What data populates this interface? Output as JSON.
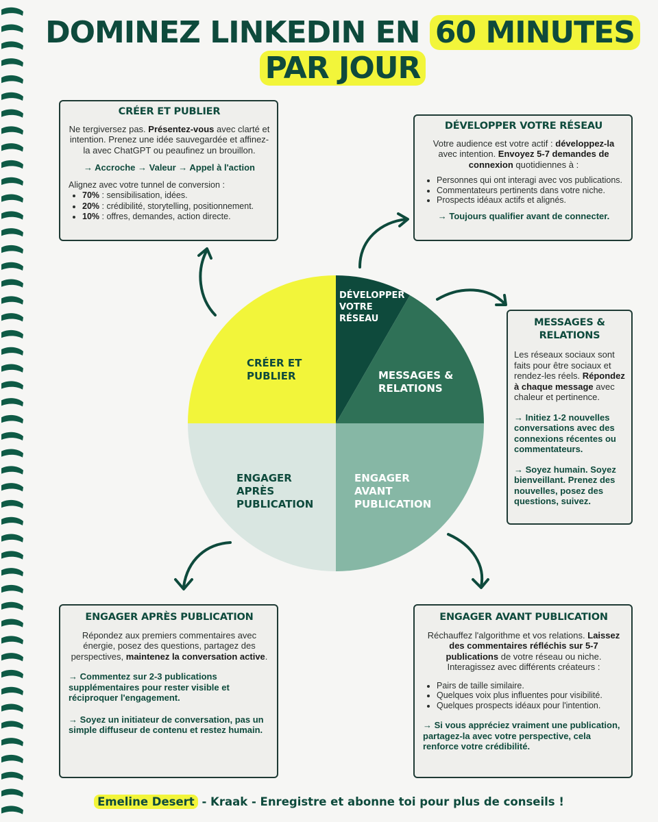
{
  "colors": {
    "dark_green": "#0e4a3c",
    "mid_green": "#2f7157",
    "light_green": "#86b7a5",
    "pale_green": "#d9e6e1",
    "yellow": "#f2f53a"
  },
  "title": {
    "line1_part1": "DOMINEZ LINKEDIN EN",
    "line1_highlight": "60 MINUTES",
    "line2_highlight": "PAR JOUR"
  },
  "pie": {
    "type": "pie",
    "slices": [
      {
        "label_lines": [
          "DÉVELOPPER",
          "VOTRE",
          "RÉSEAU"
        ],
        "value": 5,
        "color": "#0e4a3c"
      },
      {
        "label_lines": [
          "MESSAGES &",
          "RELATIONS"
        ],
        "value": 10,
        "color": "#2f7157"
      },
      {
        "label_lines": [
          "ENGAGER",
          "AVANT",
          "PUBLICATION"
        ],
        "value": 15,
        "color": "#86b7a5"
      },
      {
        "label_lines": [
          "ENGAGER",
          "APRÈS",
          "PUBLICATION"
        ],
        "value": 15,
        "color": "#d9e6e1"
      },
      {
        "label_lines": [
          "CRÉER ET",
          "PUBLIER"
        ],
        "value": 15,
        "color": "#f2f53a"
      }
    ]
  },
  "cards": {
    "creer": {
      "title": "CRÉER ET PUBLIER",
      "p1_a": "Ne tergiversez pas. ",
      "p1_b": "Présentez-vous",
      "p1_c": " avec clarté et intention. Prenez une idée sauvegardée et affinez-la avec ChatGPT ou peaufinez un brouillon.",
      "flow": "→ Accroche → Valeur → Appel à l'action",
      "p2": "Alignez avec votre tunnel de conversion :",
      "items": [
        {
          "pct": "70%",
          "text": " : sensibilisation, idées."
        },
        {
          "pct": "20%",
          "text": " : crédibilité, storytelling, positionnement."
        },
        {
          "pct": "10%",
          "text": " : offres, demandes, action directe."
        }
      ]
    },
    "developper": {
      "title": "DÉVELOPPER VOTRE RÉSEAU",
      "p1_a": "Votre audience est votre actif : ",
      "p1_b": "développez-la",
      "p1_c": " avec intention. ",
      "p1_d": "Envoyez 5-7 demandes de connexion",
      "p1_e": " quotidiennes à :",
      "items": [
        "Personnes qui ont interagi avec vos publications.",
        "Commentateurs pertinents dans votre niche.",
        "Prospects idéaux actifs et alignés."
      ],
      "note": "→ Toujours qualifier avant de connecter."
    },
    "messages": {
      "title": "MESSAGES & RELATIONS",
      "p1_a": "Les réseaux sociaux sont faits pour être sociaux et rendez-les réels. ",
      "p1_b": "Répondez à chaque message",
      "p1_c": " avec chaleur et pertinence.",
      "note1": "→ Initiez 1-2 nouvelles conversations avec des connexions récentes ou commentateurs.",
      "note2": "→ Soyez humain. Soyez bienveillant. Prenez des nouvelles, posez des questions, suivez."
    },
    "apres": {
      "title": "ENGAGER APRÈS PUBLICATION",
      "p1_a": "Répondez aux premiers commentaires avec énergie, posez des questions, partagez des perspectives, ",
      "p1_b": "maintenez la conversation active",
      "p1_c": ".",
      "note1": "→ Commentez sur 2-3 publications supplémentaires pour rester visible et réciproquer l'engagement.",
      "note2": "→ Soyez un initiateur de conversation, pas un simple diffuseur de contenu et restez humain."
    },
    "avant": {
      "title": "ENGAGER AVANT PUBLICATION",
      "p1_a": "Réchauffez l'algorithme et vos relations. ",
      "p1_b": "Laissez des commentaires réfléchis sur 5-7 publications",
      "p1_c": " de votre réseau ou niche. Interagissez avec différents créateurs :",
      "items": [
        "Pairs de taille similaire.",
        "Quelques voix plus influentes pour visibilité.",
        "Quelques prospects idéaux pour l'intention."
      ],
      "note": "→ Si vous appréciez vraiment une publication, partagez-la avec votre perspective, cela renforce votre crédibilité."
    }
  },
  "footer": {
    "name": "Emeline Desert",
    "rest": " - Kraak - Enregistre et abonne toi pour plus de conseils !"
  }
}
